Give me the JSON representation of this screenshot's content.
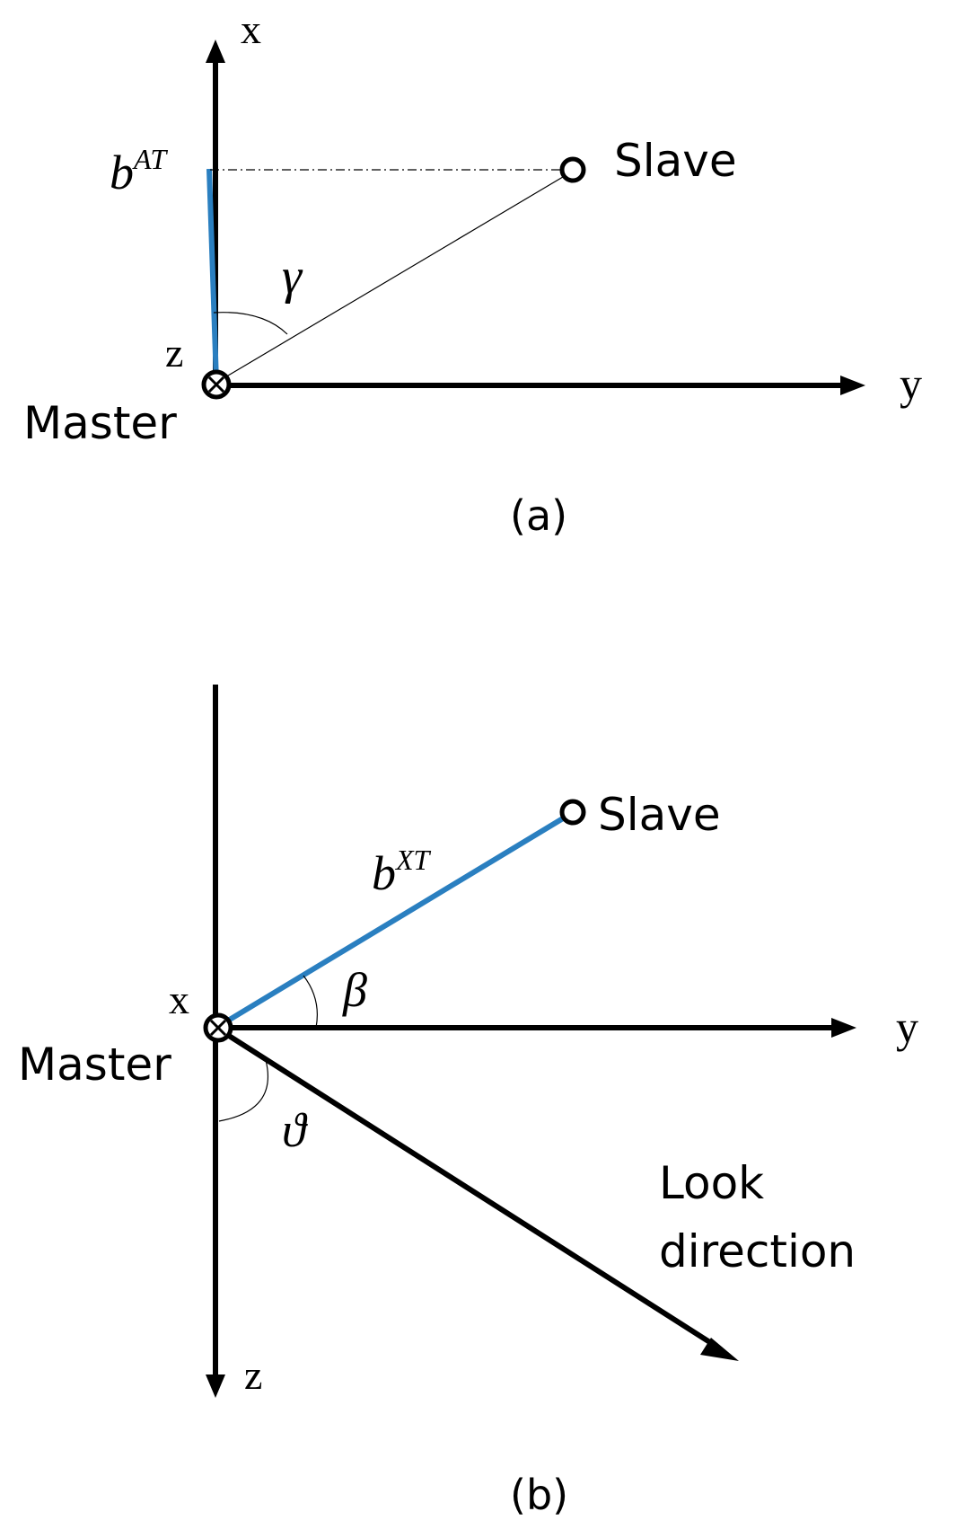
{
  "panel_a": {
    "caption": "(a)",
    "axis_x_label": "x",
    "axis_y_label": "y",
    "axis_z_label": "z",
    "master_label": "Master",
    "slave_label": "Slave",
    "baseline_symbol": "b",
    "baseline_superscript": "AT",
    "angle_symbol": "γ"
  },
  "panel_b": {
    "caption": "(b)",
    "axis_x_label": "x",
    "axis_y_label": "y",
    "axis_z_label": "z",
    "master_label": "Master",
    "slave_label": "Slave",
    "baseline_symbol": "b",
    "baseline_superscript": "XT",
    "angle_beta_symbol": "β",
    "angle_theta_symbol": "ϑ",
    "look_direction_line1": "Look",
    "look_direction_line2": "direction"
  },
  "colors": {
    "axis": "#000000",
    "baseline": "#2a7fc0",
    "text": "#000000"
  }
}
